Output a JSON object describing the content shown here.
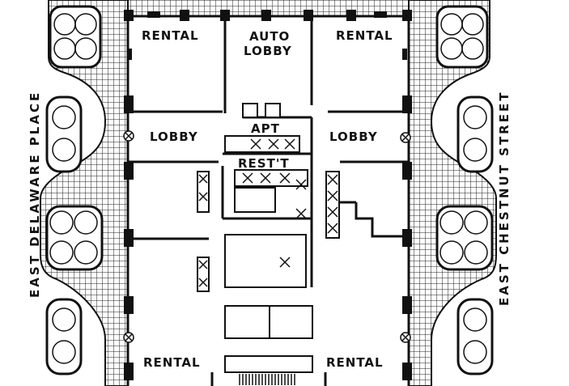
{
  "plan": {
    "labels": {
      "rental_top_left": "RENTAL",
      "auto_lobby_line1": "AUTO",
      "auto_lobby_line2": "LOBBY",
      "rental_top_right": "RENTAL",
      "lobby_left": "LOBBY",
      "apt": "APT",
      "lobby_right": "LOBBY",
      "restaurant": "REST'T",
      "rental_bottom_left": "RENTAL",
      "rental_bottom_right": "RENTAL"
    },
    "streets": {
      "west": "EAST DELAWARE PLACE",
      "east": "EAST CHESTNUT STREET"
    }
  }
}
